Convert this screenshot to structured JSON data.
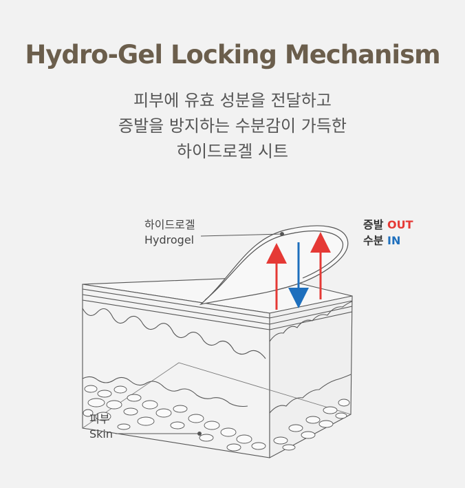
{
  "title": "Hydro-Gel Locking Mechanism",
  "subtitle": [
    "피부에 유효 성분을 전달하고",
    "증발을 방지하는 수분감이 가득한",
    "하이드로겔 시트"
  ],
  "labels": {
    "hydrogel_ko": "하이드로겔",
    "hydrogel_en": "Hydrogel",
    "skin_ko": "피부",
    "skin_en": "Skin"
  },
  "legend": {
    "out_ko": "증발",
    "out_en": "OUT",
    "in_ko": "수분",
    "in_en": "IN"
  },
  "colors": {
    "title": "#6b5e4c",
    "out": "#e53935",
    "in": "#1e6fbd",
    "line": "#555555"
  }
}
